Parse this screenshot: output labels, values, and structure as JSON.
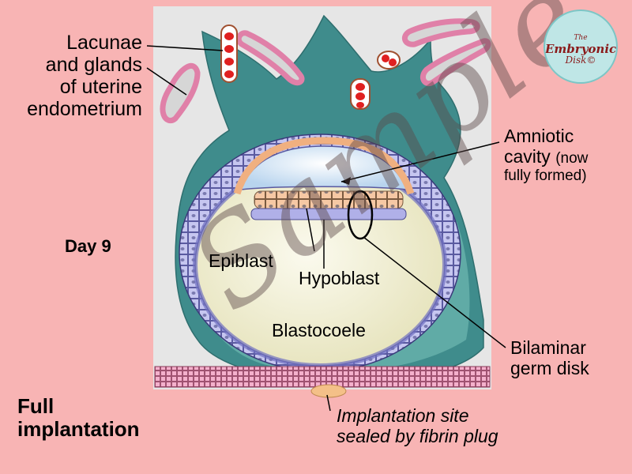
{
  "labels": {
    "lacunae": [
      "Lacunae",
      "and glands",
      "of uterine",
      "endometrium"
    ],
    "amniotic": [
      "Amniotic",
      "cavity",
      "(now",
      "fully formed)"
    ],
    "day": "Day 9",
    "epiblast": "Epiblast",
    "hypoblast": "Hypoblast",
    "blastocoele": "Blastocoele",
    "bilaminar": [
      "Bilaminar",
      "germ disk"
    ],
    "full_implantation": [
      "Full",
      "implantation"
    ],
    "implantation_site": [
      "Implantation site",
      "sealed by fibrin plug"
    ]
  },
  "logo": {
    "line1": "The",
    "line2": "Embryonic",
    "line3": "Disk",
    "mark": "©"
  },
  "watermark": "Sample",
  "colors": {
    "background": "#f8b4b4",
    "panel": "#e6e6e6",
    "trophoblast": "#3f8c8c",
    "cytotrophoblast": "#c6c6f0",
    "epiblast": "#f6c8a4",
    "amniotic_cavity": "#d6e6f4",
    "blastocoele": "#f2f0d6",
    "gland": "#f0a0c0",
    "blood": "#e02020"
  }
}
